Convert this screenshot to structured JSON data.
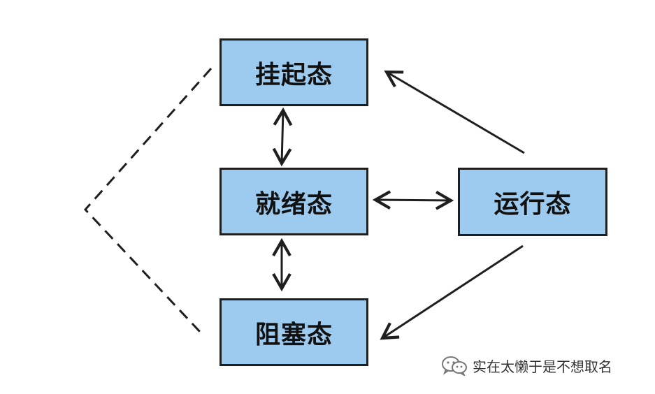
{
  "states": {
    "suspended": "挂起态",
    "ready": "就绪态",
    "running": "运行态",
    "blocked": "阻塞态"
  },
  "watermark": {
    "text": "实在太懒于是不想取名",
    "icon": "wechat-icon"
  },
  "colors": {
    "box_fill": "#9dcbf0",
    "box_border": "#1f1f1f",
    "arrow": "#1f1f1f"
  }
}
